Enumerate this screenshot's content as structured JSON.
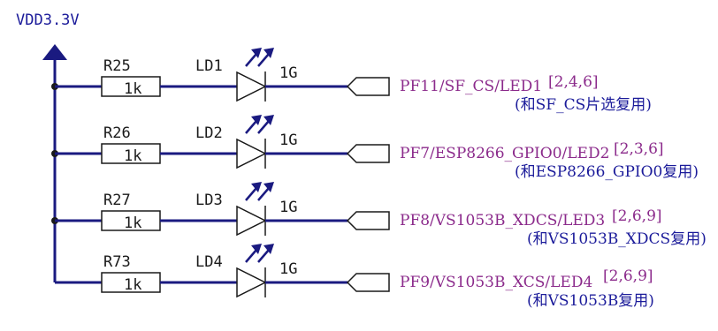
{
  "power": {
    "label": "VDD3.3V"
  },
  "rows": [
    {
      "resistor_ref": "R25",
      "resistor_value": "1k",
      "led_ref": "LD1",
      "pin_label": "1G",
      "net": "PF11/SF_CS/LED1",
      "pages": "[2,4,6]",
      "note": "(和SF_CS片选复用)"
    },
    {
      "resistor_ref": "R26",
      "resistor_value": "1k",
      "led_ref": "LD2",
      "pin_label": "1G",
      "net": "PF7/ESP8266_GPIO0/LED2",
      "pages": "[2,3,6]",
      "note": "(和ESP8266_GPIO0复用)"
    },
    {
      "resistor_ref": "R27",
      "resistor_value": "1k",
      "led_ref": "LD3",
      "pin_label": "1G",
      "net": "PF8/VS1053B_XDCS/LED3",
      "pages": "[2,6,9]",
      "note": "(和VS1053B_XDCS复用)"
    },
    {
      "resistor_ref": "R73",
      "resistor_value": "1k",
      "led_ref": "LD4",
      "pin_label": "1G",
      "net": "PF9/VS1053B_XCS/LED4",
      "pages": "[2,6,9]",
      "note": "(和VS1053B复用)"
    }
  ]
}
